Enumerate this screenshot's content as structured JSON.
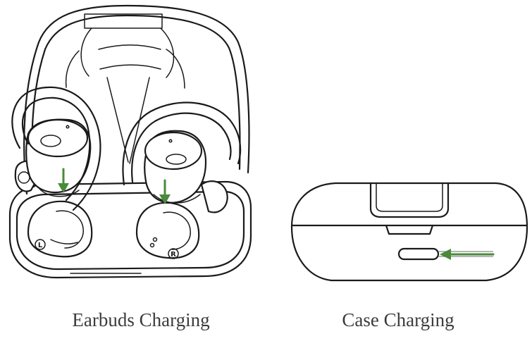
{
  "captions": {
    "earbuds": "Earbuds Charging",
    "case": "Case Charging"
  },
  "labels": {
    "left_slot": "L",
    "right_slot": "R"
  },
  "colors": {
    "line": "#1a1a1a",
    "arrow": "#4a8a3a",
    "caption": "#3c3c3c"
  },
  "icons": {
    "earbud_arrow": "arrow-down-icon",
    "case_arrow": "arrow-left-icon"
  }
}
